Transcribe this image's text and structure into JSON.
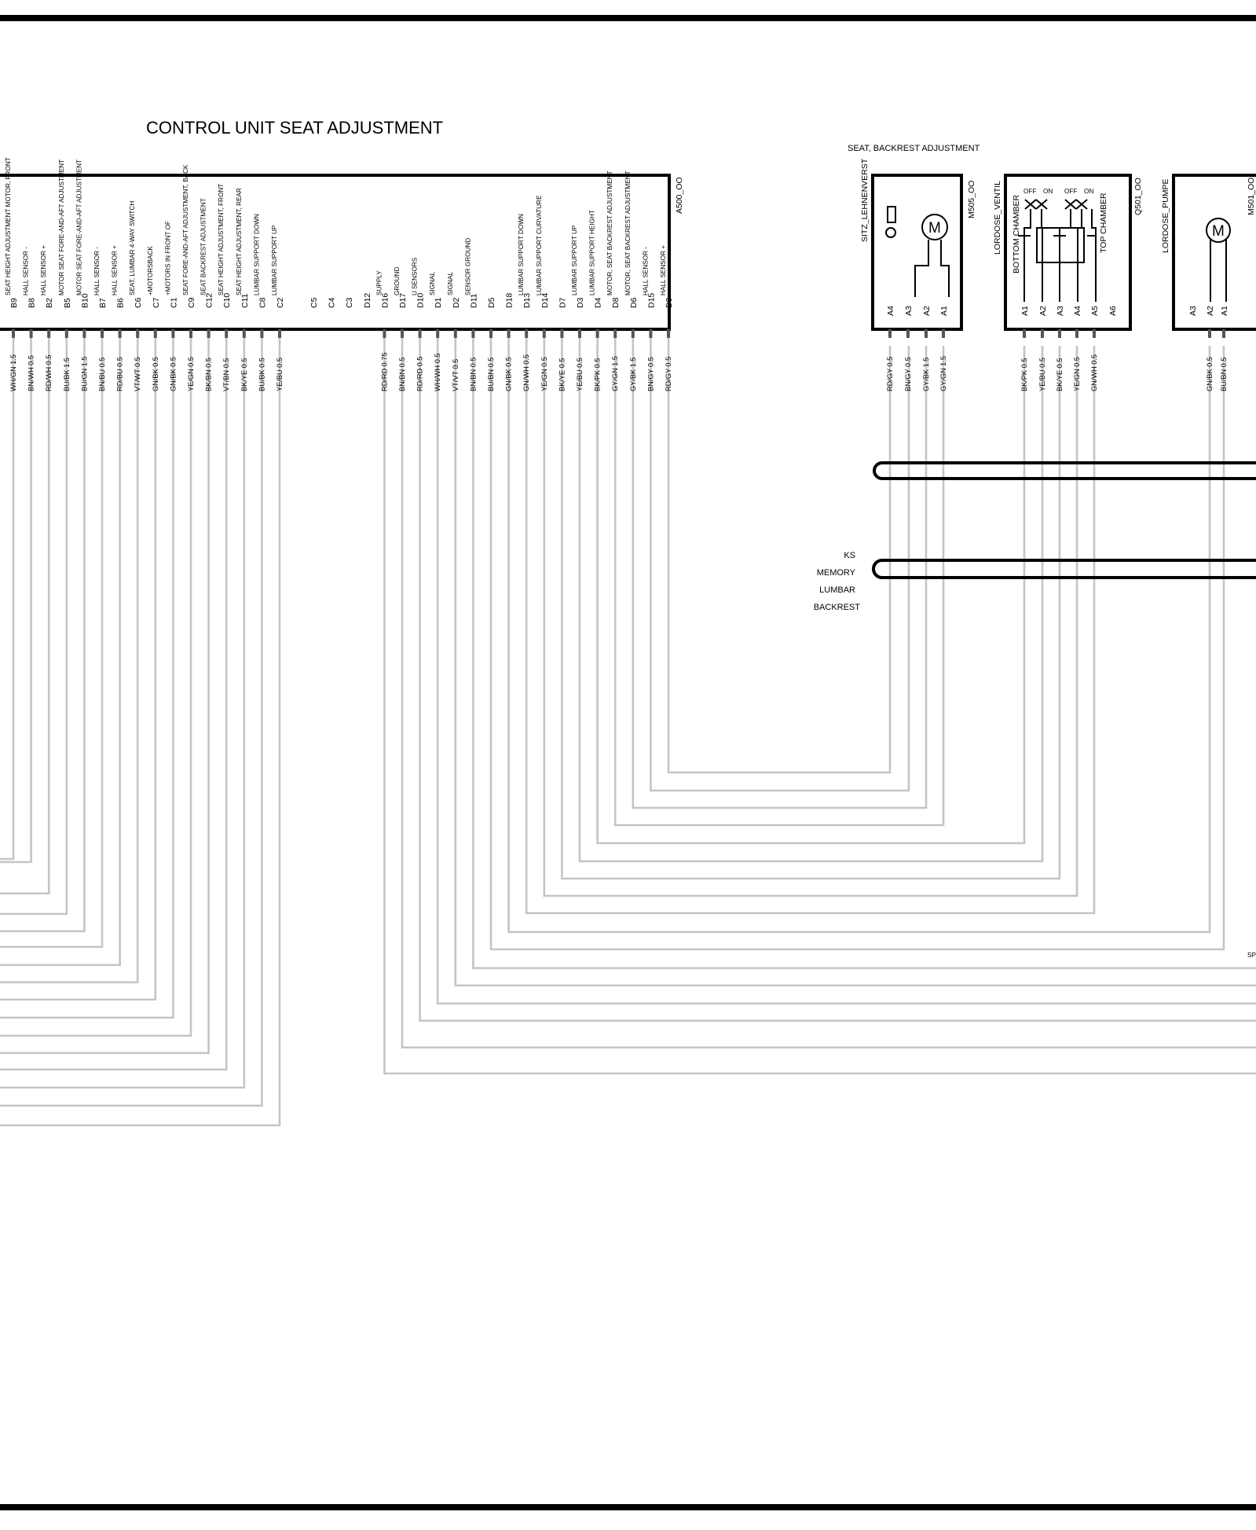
{
  "control_unit": {
    "title": "CONTROL UNIT   SEAT ADJUSTMENT",
    "id": "A500_OO",
    "pins": [
      {
        "pin": "B9",
        "desc": "SEAT HEIGHT ADJUSTMENT MOTOR, FRONT",
        "wire": "WH/GN 1.5"
      },
      {
        "pin": "B8",
        "desc": "HALL SENSOR -",
        "wire": "BN/WH 0.5"
      },
      {
        "pin": "B2",
        "desc": "HALL SENSOR +",
        "wire": "RD/WH 0.5"
      },
      {
        "pin": "B5",
        "desc": "MOTOR SEAT FORE-AND-AFT ADJUSTMENT",
        "wire": "BU/BK 1.5"
      },
      {
        "pin": "B10",
        "desc": "MOTOR SEAT FORE-AND-AFT ADJUSTMENT",
        "wire": "BU/GN 1.5"
      },
      {
        "pin": "B7",
        "desc": "HALL SENSOR -",
        "wire": "BN/BU 0.5"
      },
      {
        "pin": "B6",
        "desc": "HALL SENSOR +",
        "wire": "RD/BU 0.5"
      },
      {
        "pin": "C6",
        "desc": "SEAT, LUMBAR 4-WAY SWITCH",
        "wire": "VT/WT 0.5"
      },
      {
        "pin": "C7",
        "desc": "+MOTORSBACK",
        "wire": "GN/BK 0.5"
      },
      {
        "pin": "C1",
        "desc": "+MOTORS IN FRONT OF",
        "wire": "GN/BK 0.5"
      },
      {
        "pin": "C9",
        "desc": "SEAT FORE-AND-AFT ADJUSTMENT, BACK",
        "wire": "YE/GN 0.5"
      },
      {
        "pin": "C12",
        "desc": "SEAT BACKREST ADJUSTMENT",
        "wire": "BK/BN 0.5"
      },
      {
        "pin": "C10",
        "desc": "SEAT HEIGHT ADJUSTMENT, FRONT",
        "wire": "VT/BN 0.5"
      },
      {
        "pin": "C11",
        "desc": "SEAT HEIGHT ADJUSTMENT, REAR",
        "wire": "BK/YE 0.5"
      },
      {
        "pin": "C8",
        "desc": "LUMBAR SUPPORT DOWN",
        "wire": "BU/BK 0.5"
      },
      {
        "pin": "C2",
        "desc": "LUMBAR SUPPORT UP",
        "wire": "YE/BU 0.5"
      },
      {
        "pin": "C5",
        "desc": "",
        "wire": ""
      },
      {
        "pin": "C4",
        "desc": "",
        "wire": ""
      },
      {
        "pin": "C3",
        "desc": "",
        "wire": ""
      },
      {
        "pin": "D12",
        "desc": "",
        "wire": ""
      },
      {
        "pin": "D16",
        "desc": "SUPPLY",
        "wire": "RD/RD 0.75"
      },
      {
        "pin": "D17",
        "desc": "GROUND",
        "wire": "BN/BN 0.5"
      },
      {
        "pin": "D10",
        "desc": "U SENSORS",
        "wire": "RD/RD 0.5"
      },
      {
        "pin": "D1",
        "desc": "SIGNAL",
        "wire": "WH/WH 0.5"
      },
      {
        "pin": "D2",
        "desc": "SIGNAL",
        "wire": "VT/VT 0.5"
      },
      {
        "pin": "D11",
        "desc": "SENSOR GROUND",
        "wire": "BN/BN 0.5"
      },
      {
        "pin": "D5",
        "desc": "",
        "wire": "BU/BN 0.5"
      },
      {
        "pin": "D18",
        "desc": "",
        "wire": "GN/BK 0.5"
      },
      {
        "pin": "D13",
        "desc": "LUMBAR SUPPORT DOWN",
        "wire": "GN/WH 0.5"
      },
      {
        "pin": "D14",
        "desc": "LUMBAR SUPPORT CURVATURE",
        "wire": "YE/GN 0.5"
      },
      {
        "pin": "D7",
        "desc": "",
        "wire": "BK/YE 0.5"
      },
      {
        "pin": "D3",
        "desc": "LUMBAR SUPPORT UP",
        "wire": "YE/BU 0.5"
      },
      {
        "pin": "D4",
        "desc": "LUMBAR SUPPORT HEIGHT",
        "wire": "BK/PK 0.5"
      },
      {
        "pin": "D8",
        "desc": "MOTOR, SEAT BACKREST ADJUSTMENT",
        "wire": "GY/GN 1.5"
      },
      {
        "pin": "D6",
        "desc": "MOTOR, SEAT BACKREST ADJUSTMENT",
        "wire": "GY/BK 1.5"
      },
      {
        "pin": "D15",
        "desc": "HALL SENSOR -",
        "wire": "BN/GY 0.5"
      },
      {
        "pin": "D9",
        "desc": "HALL SENSOR +",
        "wire": "RD/GY 0.5"
      }
    ]
  },
  "group_label": "SEAT, BACKREST ADJUSTMENT",
  "m505": {
    "id": "M505_OO",
    "name": "SITZ_LEHNENVERST",
    "motor_symbol": "M",
    "pins": [
      {
        "pin": "A4",
        "wire": "RD/GY 0.5"
      },
      {
        "pin": "A3",
        "wire": "BN/GY 0.5"
      },
      {
        "pin": "A2",
        "wire": "GY/BK 1.5"
      },
      {
        "pin": "A1",
        "wire": "GY/GN 1.5"
      }
    ]
  },
  "q501": {
    "id": "Q501_OO",
    "name": "LORDOSE_VENTIL",
    "left_label": "BOTTOM CHAMBER",
    "right_label": "TOP CHAMBER",
    "state_off": "OFF",
    "state_on": "ON",
    "pins": [
      {
        "pin": "A1",
        "wire": "BK/PK 0.5"
      },
      {
        "pin": "A2",
        "wire": "YE/BU 0.5"
      },
      {
        "pin": "A3",
        "wire": "BK/YE 0.5"
      },
      {
        "pin": "A4",
        "wire": "YE/GN 0.5"
      },
      {
        "pin": "A5",
        "wire": "GN/WH 0.5"
      },
      {
        "pin": "A6",
        "wire": ""
      }
    ]
  },
  "m501": {
    "id": "M501_OO",
    "name": "LORDOSE_PUMPE",
    "motor_symbol": "M",
    "pins": [
      {
        "pin": "A3",
        "wire": ""
      },
      {
        "pin": "A2",
        "wire": "GN/BK 0.5"
      },
      {
        "pin": "A1",
        "wire": "BU/BN 0.5"
      }
    ]
  },
  "legend": [
    "KS",
    "MEMORY",
    "LUMBAR",
    "BACKREST"
  ],
  "edge_label": "SP"
}
